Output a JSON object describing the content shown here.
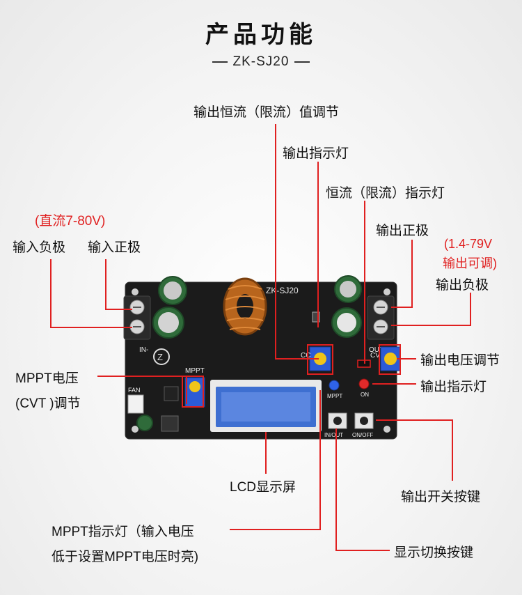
{
  "header": {
    "title": "产品功能",
    "model": "ZK-SJ20"
  },
  "labels": {
    "cc_adjust": "输出恒流（限流）值调节",
    "out_indicator_top": "输出指示灯",
    "cc_indicator": "恒流（限流）指示灯",
    "input_range": "(直流7-80V)",
    "input_neg": "输入负极",
    "input_pos": "输入正极",
    "output_pos": "输出正极",
    "output_range_1": "(1.4-79V",
    "output_range_2": "输出可调)",
    "output_neg": "输出负极",
    "cv_adjust": "输出电压调节",
    "out_indicator": "输出指示灯",
    "mppt_adjust_1": "MPPT电压",
    "mppt_adjust_2": "(CVT )调节",
    "lcd": "LCD显示屏",
    "output_switch": "输出开关按键",
    "mppt_indicator_1": "MPPT指示灯（输入电压",
    "mppt_indicator_2": "低于设置MPPT电压时亮)",
    "display_switch": "显示切换按键"
  },
  "board": {
    "silk_model": "ZK-SJ20",
    "silk_mppt": "MPPT",
    "silk_in": "IN-",
    "silk_out": "OUT",
    "silk_fan": "FAN",
    "silk_cc": "CC",
    "silk_cv": "CV",
    "silk_mppt_led": "MPPT",
    "silk_on_led": "ON",
    "silk_in_out_btn": "IN/OUT",
    "silk_on_off_btn": "ON/OFF"
  },
  "colors": {
    "callout_line": "#e02020",
    "accent_text": "#e02020",
    "pcb": "#1b1b1b",
    "lcd": "#3e6fd1"
  }
}
